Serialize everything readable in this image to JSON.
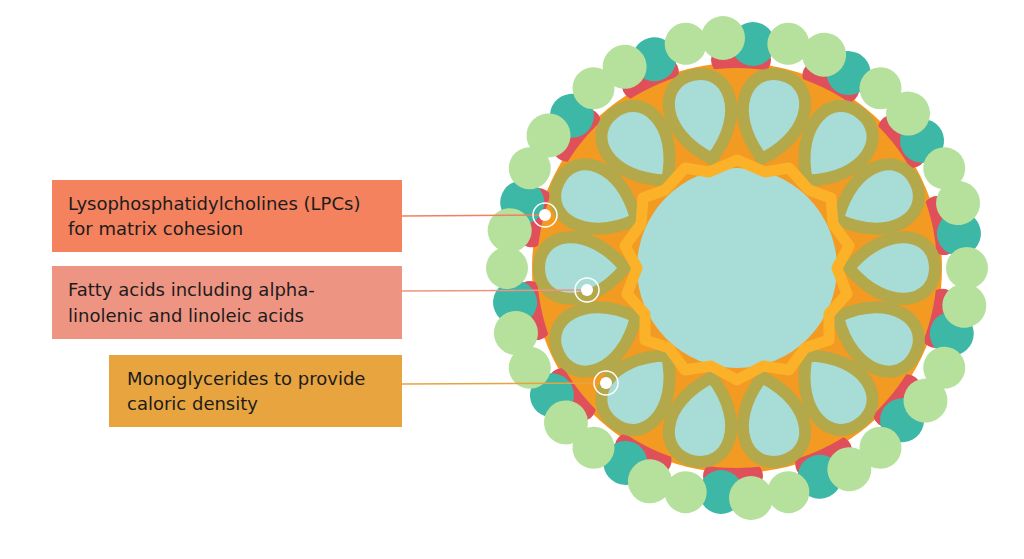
{
  "diagram": {
    "nodes": [
      {
        "text": [
          "Lysophosphatidylcholines (LPCs) for matrix cohesion"
        ]
      },
      {
        "text": [
          "Fatty acids including alpha- linolenic and linoleic acids"
        ]
      },
      {
        "text": [
          "Monoglycerides to provide caloric density"
        ]
      }
    ]
  }
}
